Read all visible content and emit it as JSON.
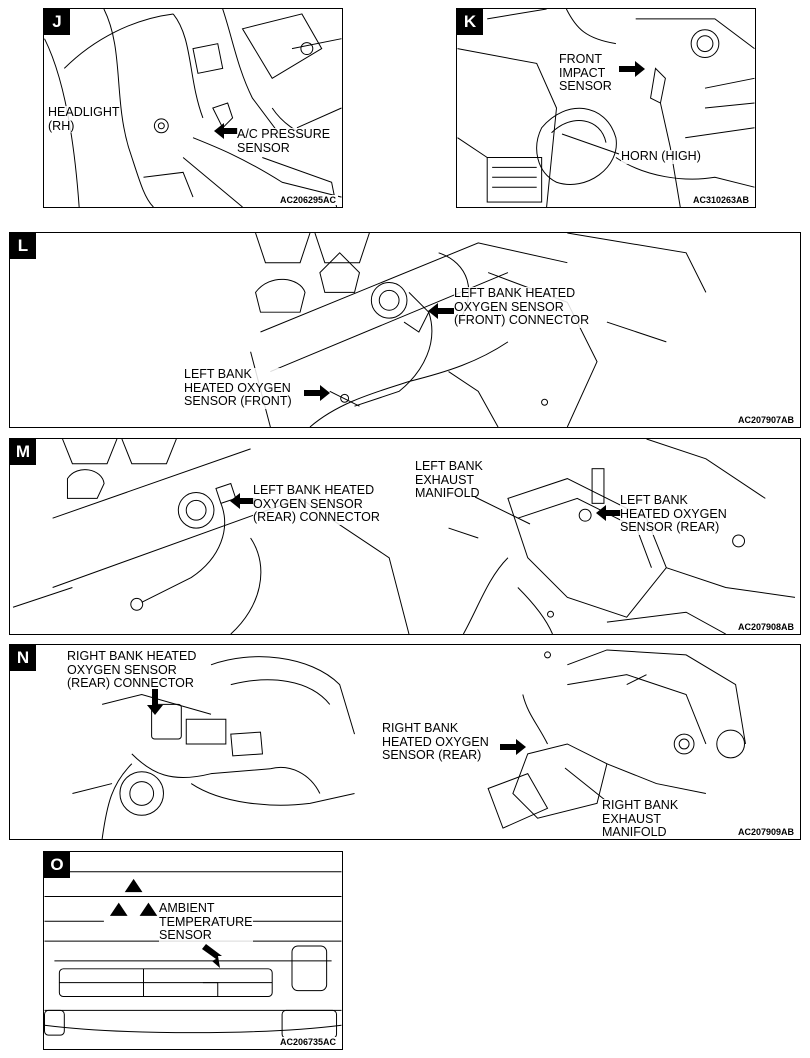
{
  "panels": {
    "J": {
      "letter": "J",
      "code": "AC206295AC",
      "headlight": [
        "HEADLIGHT",
        "(RH)"
      ],
      "ac_sensor": [
        "A/C PRESSURE",
        "SENSOR"
      ]
    },
    "K": {
      "letter": "K",
      "code": "AC310263AB",
      "impact": [
        "FRONT",
        "IMPACT",
        "SENSOR"
      ],
      "horn": [
        "HORN (HIGH)"
      ]
    },
    "L": {
      "letter": "L",
      "code": "AC207907AB",
      "front_connector": [
        "LEFT BANK HEATED",
        "OXYGEN SENSOR",
        "(FRONT) CONNECTOR"
      ],
      "front_sensor": [
        "LEFT BANK",
        "HEATED OXYGEN",
        "SENSOR (FRONT)"
      ]
    },
    "M": {
      "letter": "M",
      "code": "AC207908AB",
      "rear_connector": [
        "LEFT BANK HEATED",
        "OXYGEN SENSOR",
        "(REAR) CONNECTOR"
      ],
      "manifold": [
        "LEFT BANK",
        "EXHAUST",
        "MANIFOLD"
      ],
      "rear_sensor": [
        "LEFT BANK",
        "HEATED OXYGEN",
        "SENSOR (REAR)"
      ]
    },
    "N": {
      "letter": "N",
      "code": "AC207909AB",
      "rear_connector": [
        "RIGHT BANK HEATED",
        "OXYGEN SENSOR",
        "(REAR) CONNECTOR"
      ],
      "rear_sensor": [
        "RIGHT BANK",
        "HEATED OXYGEN",
        "SENSOR (REAR)"
      ],
      "manifold": [
        "RIGHT BANK",
        "EXHAUST",
        "MANIFOLD"
      ]
    },
    "O": {
      "letter": "O",
      "code": "AC206735AC",
      "ambient": [
        "AMBIENT",
        "TEMPERATURE",
        "SENSOR"
      ]
    }
  }
}
